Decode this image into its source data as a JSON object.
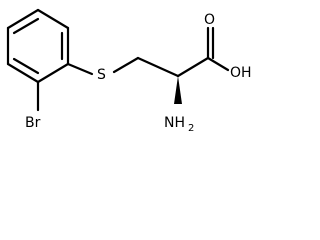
{
  "molecule": {
    "atoms": {
      "sulfur": "S",
      "bromine": "Br",
      "hydroxyl": "OH",
      "carbonyl_oxygen": "O",
      "amine_main": "NH",
      "amine_sub": "2"
    }
  }
}
